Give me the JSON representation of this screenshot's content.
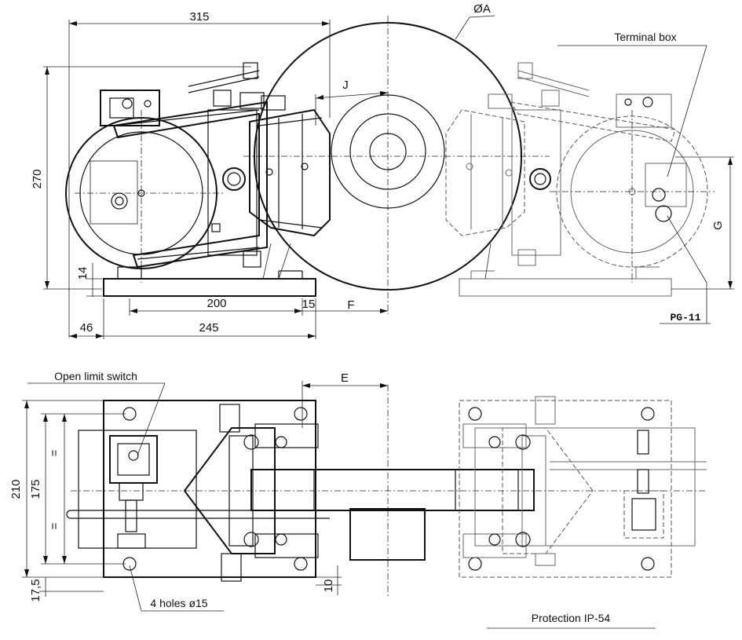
{
  "labels": {
    "terminal_box": "Terminal box",
    "open_limit_switch": "Open limit switch",
    "holes": "4 holes ø15",
    "protection": "Protection IP-54",
    "pg": "PG-11"
  },
  "dimensions": {
    "d315": "315",
    "dia_a": "ØA",
    "j": "J",
    "d270": "270",
    "g": "G",
    "d14": "14",
    "d200": "200",
    "d15": "15",
    "f": "F",
    "d46": "46",
    "d245": "245",
    "e": "E",
    "d210": "210",
    "d175": "175",
    "eq1": "=",
    "eq2": "=",
    "d17_5": "17,5",
    "d10": "10"
  }
}
